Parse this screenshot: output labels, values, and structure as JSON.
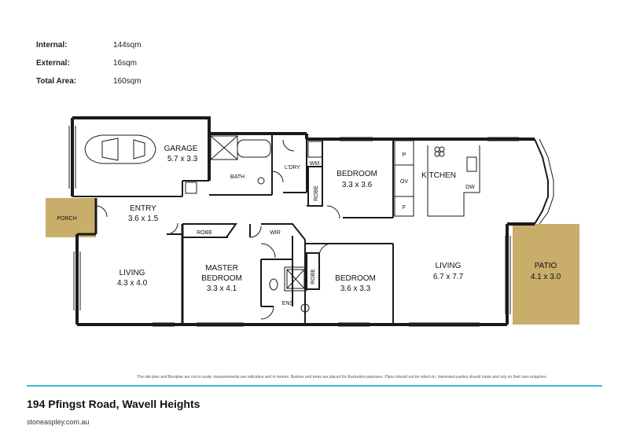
{
  "areas": {
    "internal": {
      "label": "Internal:",
      "value": "144sqm"
    },
    "external": {
      "label": "External:",
      "value": "16sqm"
    },
    "total": {
      "label": "Total Area:",
      "value": "160sqm"
    }
  },
  "rooms": {
    "garage": {
      "name": "GARAGE",
      "size": "5.7 x 3.3"
    },
    "bath": {
      "name": "BATH"
    },
    "laundry": {
      "name": "L'DRY"
    },
    "wm": {
      "name": "WM"
    },
    "bedroom_top": {
      "name": "BEDROOM",
      "size": "3.3 x 3.6"
    },
    "robe_top": {
      "name": "ROBE"
    },
    "kitchen": {
      "name": "KITCHEN"
    },
    "pantry": {
      "name": "P"
    },
    "oven": {
      "name": "OV"
    },
    "fridge": {
      "name": "F"
    },
    "dishwasher": {
      "name": "DW"
    },
    "porch": {
      "name": "PORCH"
    },
    "entry": {
      "name": "ENTRY",
      "size": "3.6 x 1.5"
    },
    "robe_master": {
      "name": "ROBE"
    },
    "wir": {
      "name": "WIR"
    },
    "living_left": {
      "name": "LIVING",
      "size": "4.3 x 4.0"
    },
    "master": {
      "name": "MASTER",
      "name2": "BEDROOM",
      "size": "3.3 x 4.1"
    },
    "ensuite": {
      "name": "ENS"
    },
    "robe_mid": {
      "name": "ROBE"
    },
    "bedroom_mid": {
      "name": "BEDROOM",
      "size": "3.6 x 3.3"
    },
    "living_right": {
      "name": "LIVING",
      "size": "6.7 x 7.7"
    },
    "patio": {
      "name": "PATIO",
      "size": "4.1 x 3.0"
    }
  },
  "colors": {
    "wall": "#1a1a1a",
    "porch_fill": "#c8ad6b",
    "patio_fill": "#c8ad6b",
    "accent_rule": "#3fb6cf"
  },
  "disclaimer": "The site plan and floorplan are not to scale; measurements are indicative and in metres. Bushes and trees are placed for illustration purposes. Plans should not be relied on. Interested parties should make and rely on their own enquiries.",
  "footer": {
    "address": "194 Pfingst Road, Wavell Heights",
    "website": "stoneaspley.com.au"
  }
}
